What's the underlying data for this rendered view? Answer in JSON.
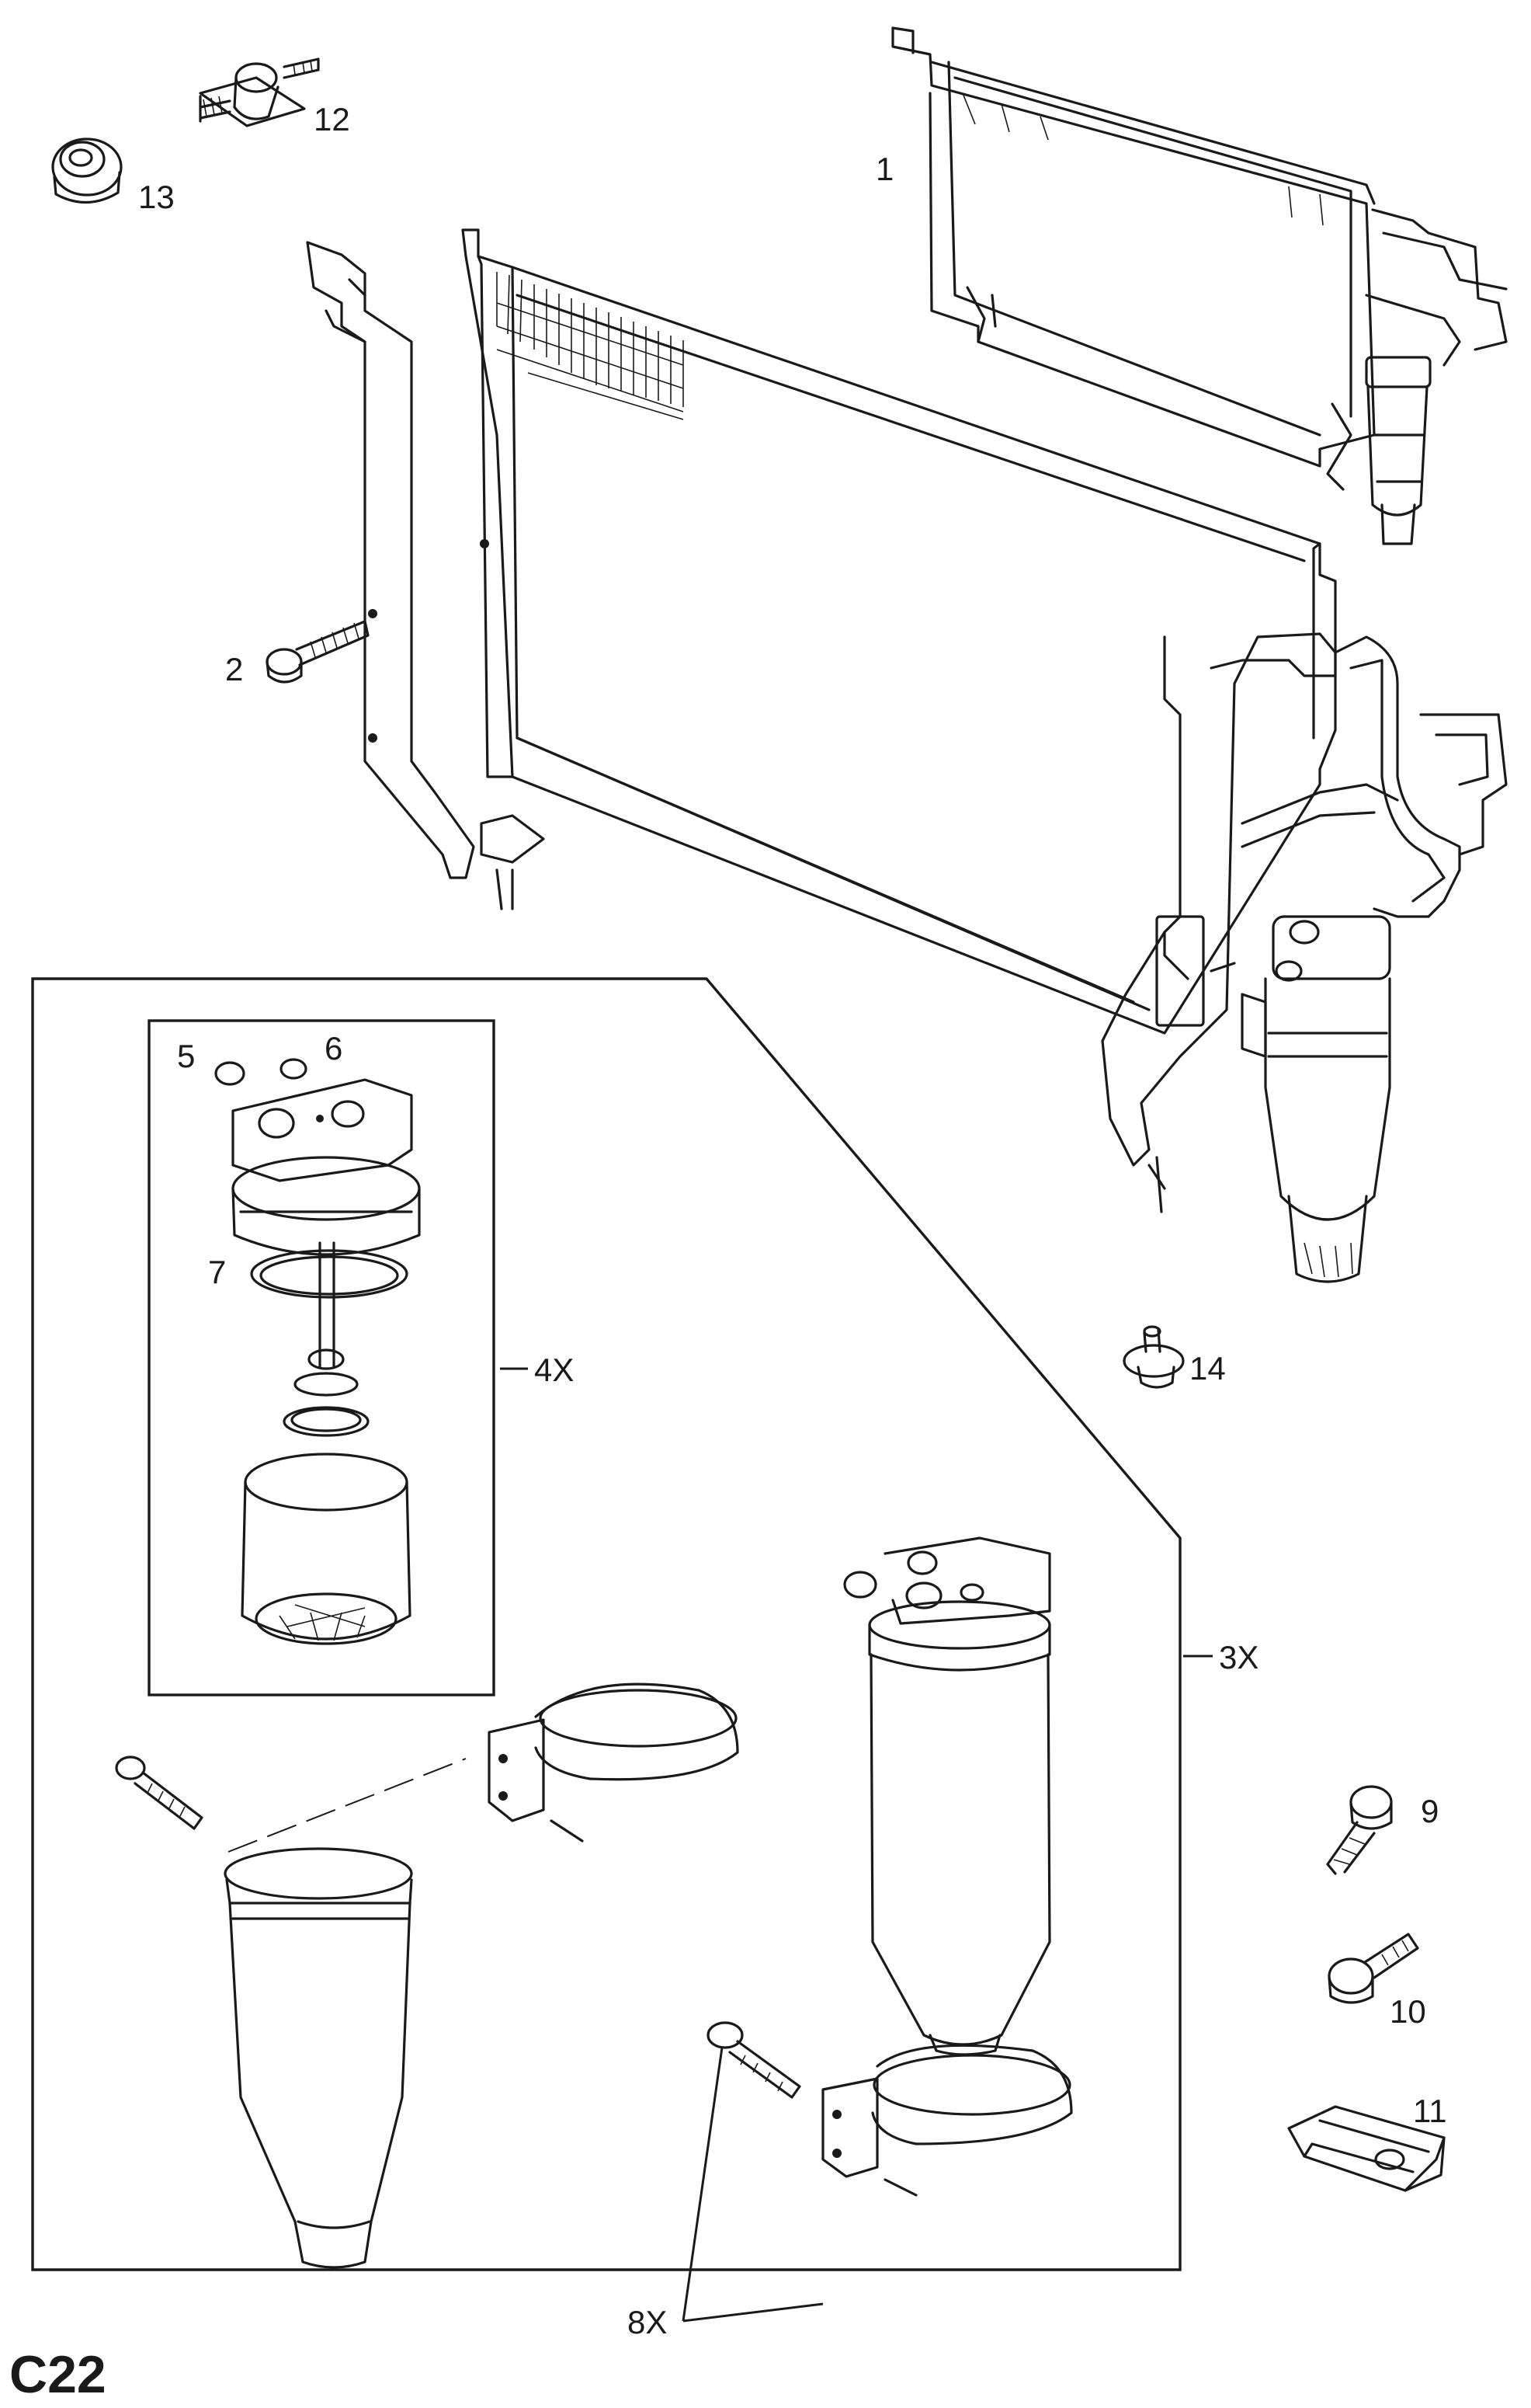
{
  "page_code": "C22",
  "callouts": {
    "c1": "1",
    "c2": "2",
    "c3x": "3X",
    "c4x": "4X",
    "c5": "5",
    "c6": "6",
    "c7": "7",
    "c8x": "8X",
    "c9": "9",
    "c10": "10",
    "c11": "11",
    "c12": "12",
    "c13": "13",
    "c14": "14"
  }
}
